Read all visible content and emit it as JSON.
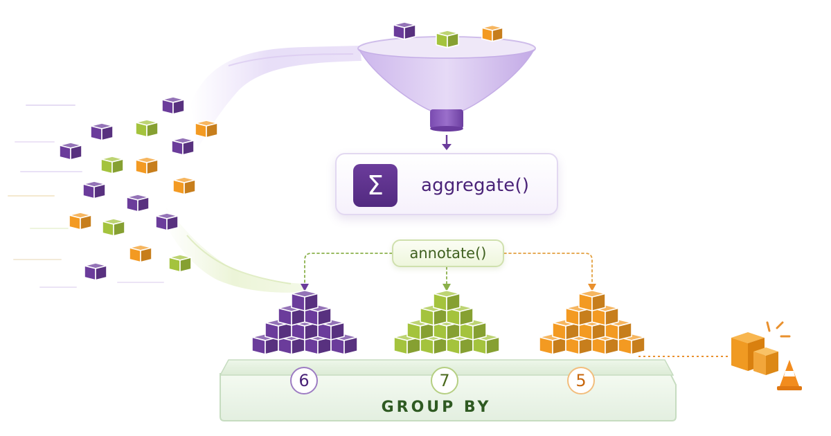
{
  "colors": {
    "purple": "#6b3c9b",
    "green": "#a4c33d",
    "orange": "#f39a22",
    "group_text": "#2f5a22"
  },
  "aggregate": {
    "label": "aggregate()",
    "icon_glyph": "Σ",
    "icon": "sigma-icon"
  },
  "annotate": {
    "label": "annotate()"
  },
  "group_by": {
    "label": "GROUP BY",
    "groups": [
      {
        "color": "purple",
        "count": "6"
      },
      {
        "color": "green",
        "count": "7"
      },
      {
        "color": "orange",
        "count": "5"
      }
    ]
  },
  "icons": [
    "funnel-icon",
    "cube-icon",
    "traffic-cone-icon",
    "down-arrow-icon"
  ]
}
